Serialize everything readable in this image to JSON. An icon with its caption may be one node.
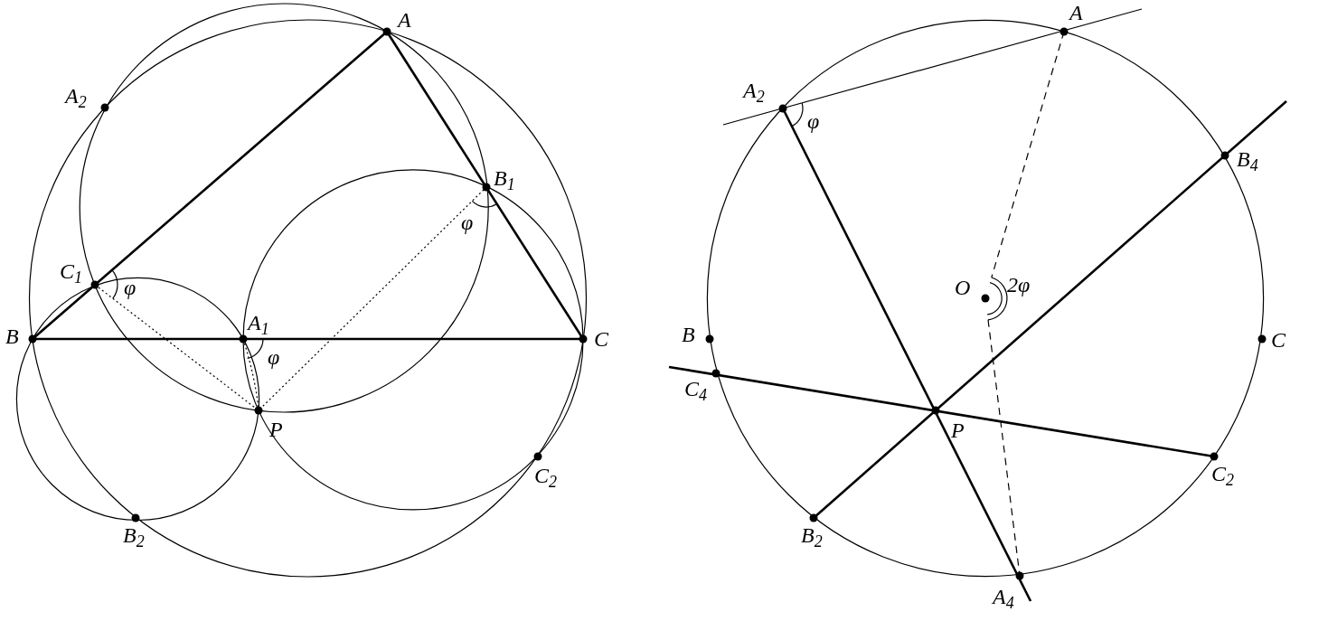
{
  "diagram": {
    "labels": [
      "A",
      "A$_{2}$",
      "B$_{1}$",
      "φ",
      "C$_{1}$",
      "φ",
      "B",
      "A$_{1}$",
      "C",
      "φ",
      "P",
      "C$_{2}$",
      "B$_{2}$",
      "A",
      "A$_{2}$",
      "φ",
      "B$_{4}$",
      "O",
      "2φ",
      "B",
      "C",
      "C$_{4}$",
      "P",
      "C$_{2}$",
      "B$_{2}$",
      "A$_{4}$"
    ]
  }
}
